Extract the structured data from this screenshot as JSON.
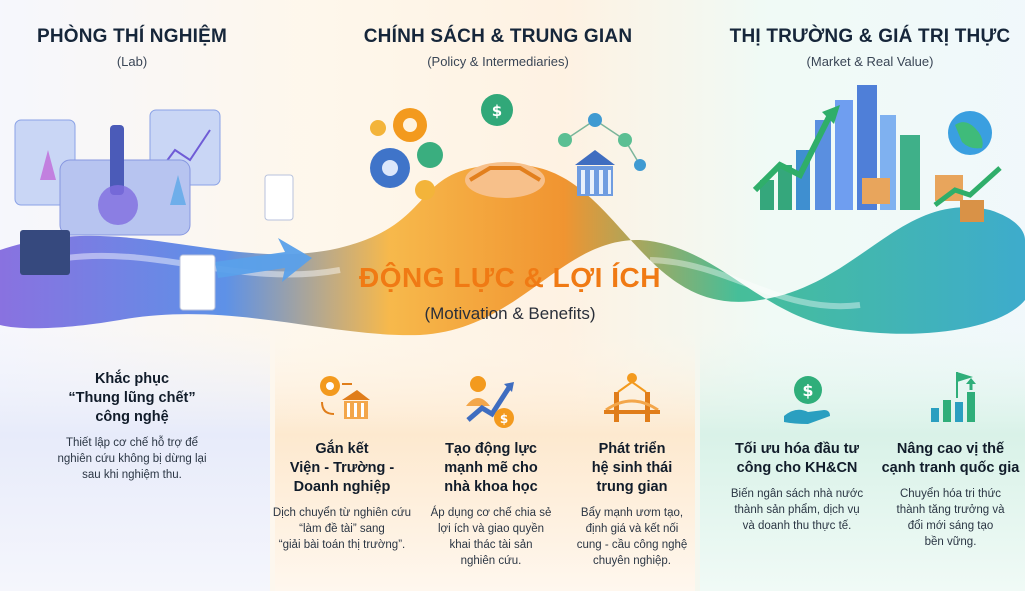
{
  "headers": [
    {
      "title": "PHÒNG THÍ NGHIỆM",
      "subtitle": "(Lab)"
    },
    {
      "title": "CHÍNH SÁCH & TRUNG GIAN",
      "subtitle": "(Policy & Intermediaries)"
    },
    {
      "title": "THỊ TRƯỜNG & GIÁ TRỊ THỰC",
      "subtitle": "(Market & Real Value)"
    }
  ],
  "center": {
    "title": "ĐỘNG LỰC & LỢI ÍCH",
    "subtitle": "(Motivation & Benefits)"
  },
  "columns": [
    {
      "title_lines": [
        "Khắc phục",
        "“Thung lũng chết”",
        "công nghệ"
      ],
      "desc_lines": [
        "Thiết lập cơ chế hỗ trợ để",
        "nghiên cứu không bị dừng lại",
        "sau khi nghiệm thu."
      ]
    },
    {
      "title_lines": [
        "Gắn kết",
        "Viện - Trường -",
        "Doanh nghiệp"
      ],
      "desc_lines": [
        "Dịch chuyển từ nghiên cứu",
        "“làm đề tài” sang",
        "“giải bài toán thị trường”."
      ]
    },
    {
      "title_lines": [
        "Tạo động lực",
        "mạnh mẽ cho",
        "nhà khoa học"
      ],
      "desc_lines": [
        "Áp dụng cơ chế chia sẻ",
        "lợi ích và giao quyền",
        "khai thác tài sản",
        "nghiên cứu."
      ]
    },
    {
      "title_lines": [
        "Phát triển",
        "hệ sinh thái",
        "trung gian"
      ],
      "desc_lines": [
        "Bẩy mạnh ươm tạo,",
        "định giá và kết nối",
        "cung - cầu công nghệ",
        "chuyên nghiệp."
      ]
    },
    {
      "title_lines": [
        "Tối ưu hóa đầu tư",
        "công cho KH&CN"
      ],
      "desc_lines": [
        "Biến ngân sách nhà nước",
        "thành sản phẩm, dịch vụ",
        "và doanh thu thực tế."
      ]
    },
    {
      "title_lines": [
        "Nâng cao vị thế",
        "cạnh tranh quốc gia"
      ],
      "desc_lines": [
        "Chuyển hóa tri thức",
        "thành tăng trưởng và",
        "đổi mới sáng tạo",
        "bền vững."
      ]
    }
  ],
  "colors": {
    "orange": "#f07a14",
    "blue": "#4a6fd8",
    "green": "#2fb98a",
    "teal": "#2a9fc0"
  }
}
